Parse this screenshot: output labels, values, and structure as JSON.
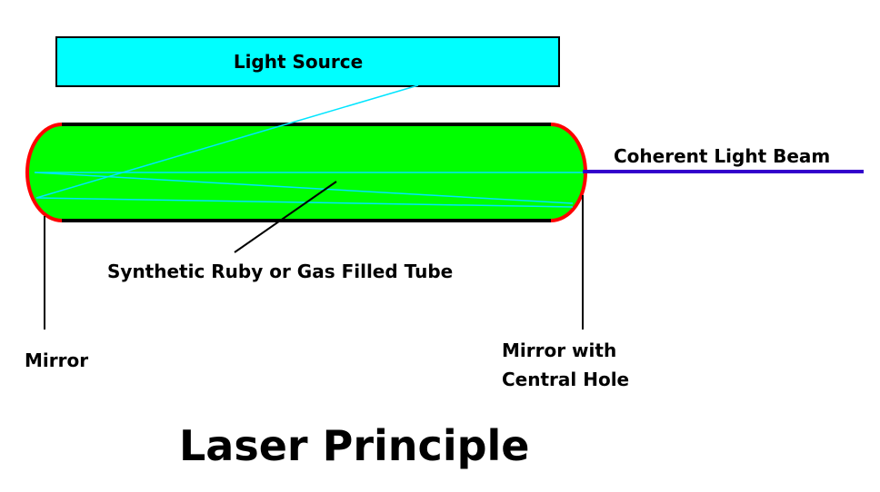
{
  "title": "Laser Principle",
  "labels": {
    "light_source": "Light Source",
    "beam": "Coherent Light Beam",
    "tube": "Synthetic Ruby or Gas Filled Tube",
    "mirror_left": "Mirror",
    "mirror_right_line1": "Mirror with",
    "mirror_right_line2": "Central Hole"
  },
  "colors": {
    "light_source_fill": "#00ffff",
    "tube_fill": "#00ff00",
    "mirror": "#ff0000",
    "light_rays": "#00e5ff",
    "beam": "#3300cc",
    "outline": "#000000"
  }
}
